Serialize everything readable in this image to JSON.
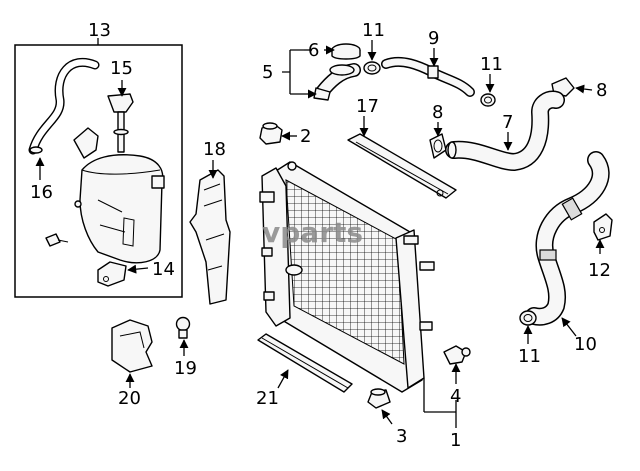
{
  "diagram": {
    "watermark": "vparts",
    "callouts": {
      "c1": "1",
      "c2": "2",
      "c3": "3",
      "c4": "4",
      "c5": "5",
      "c6": "6",
      "c7": "7",
      "c8a": "8",
      "c8b": "8",
      "c9": "9",
      "c10": "10",
      "c11a": "11",
      "c11b": "11",
      "c11c": "11",
      "c12": "12",
      "c13": "13",
      "c14": "14",
      "c15": "15",
      "c16": "16",
      "c17": "17",
      "c18": "18",
      "c19": "19",
      "c20": "20",
      "c21": "21"
    }
  }
}
